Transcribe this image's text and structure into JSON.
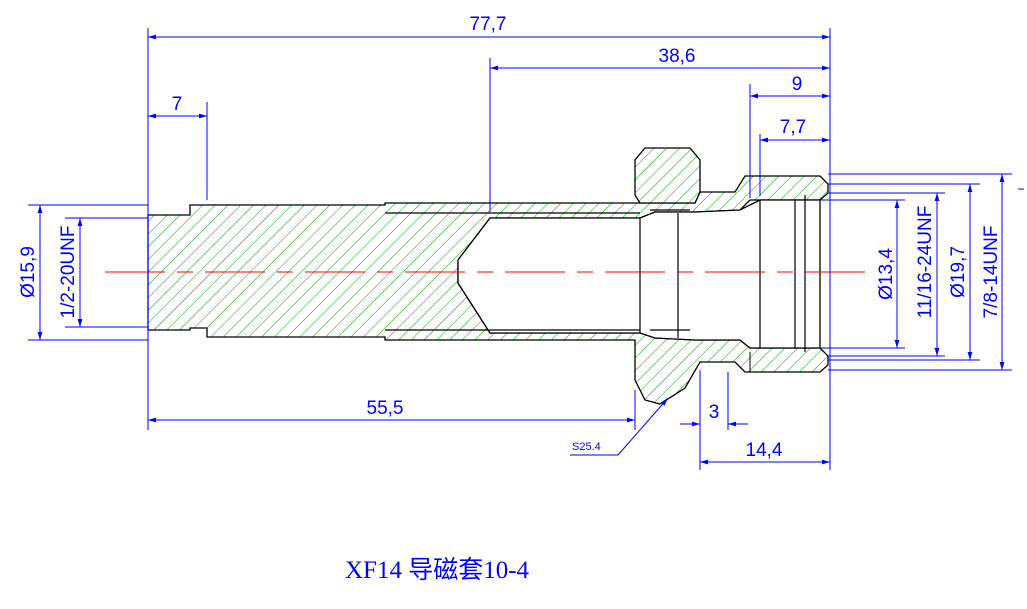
{
  "dimensions": {
    "overall_length": "77,7",
    "bore_depth": "38,6",
    "groove_offset": "7",
    "right_9": "9",
    "right_7_7": "7,7",
    "length_55_5": "55,5",
    "small_3": "3",
    "right_14_4": "14,4",
    "dia_15_9": "Ø15,9",
    "thread_left": "1/2-20UNF",
    "dia_13_4": "Ø13,4",
    "thread_mid": "11/16-24UNF",
    "dia_19_7": "Ø19,7",
    "thread_right": "7/8-14UNF"
  },
  "annotations": {
    "leader_note": "S25.4"
  },
  "title_block": {
    "title": "XF14 导磁套10-4"
  },
  "colors": {
    "dimension": "#0000ff",
    "hatch": "#00b000",
    "outline": "#000000",
    "centerline": "#ff0000"
  }
}
